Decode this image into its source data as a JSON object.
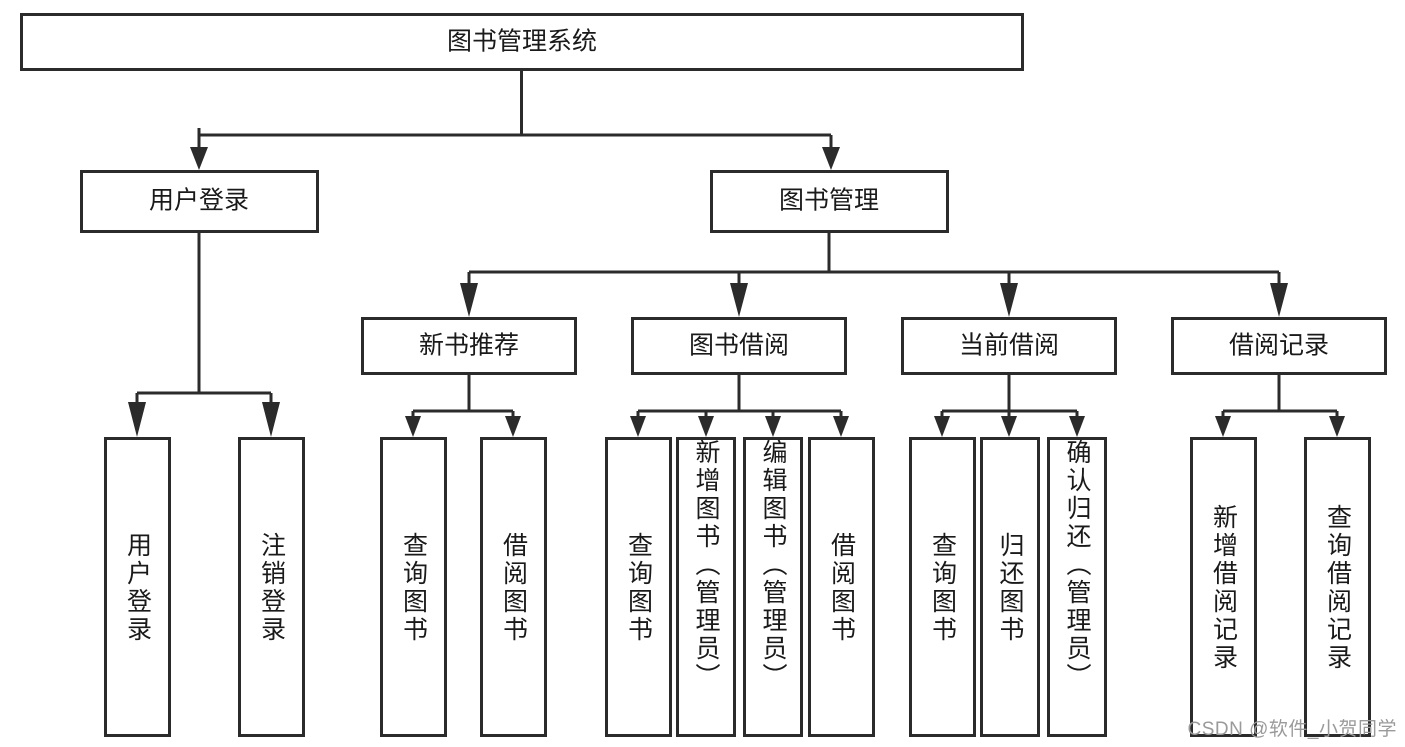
{
  "diagram": {
    "type": "tree",
    "title": "图书管理系统",
    "watermark": "CSDN @软件_小贺同学",
    "colors": {
      "box_stroke": "#2b2b2b",
      "box_fill": "#ffffff",
      "text": "#1a1a1a",
      "background": "#ffffff",
      "watermark": "#9a9a9a"
    },
    "root": {
      "label": "图书管理系统"
    },
    "level2": [
      {
        "label": "用户登录"
      },
      {
        "label": "图书管理"
      }
    ],
    "level3": [
      {
        "label": "新书推荐"
      },
      {
        "label": "图书借阅"
      },
      {
        "label": "当前借阅"
      },
      {
        "label": "借阅记录"
      }
    ],
    "leaves": {
      "user_login": [
        {
          "label": "用户登录"
        },
        {
          "label": "注销登录"
        }
      ],
      "new_book_recommend": [
        {
          "label": "查询图书"
        },
        {
          "label": "借阅图书"
        }
      ],
      "book_borrow": [
        {
          "label": "查询图书"
        },
        {
          "label": "新增图书（管理员）"
        },
        {
          "label": "编辑图书（管理员）"
        },
        {
          "label": "借阅图书"
        }
      ],
      "current_borrow": [
        {
          "label": "查询图书"
        },
        {
          "label": "归还图书"
        },
        {
          "label": "确认归还（管理员）"
        }
      ],
      "borrow_record": [
        {
          "label": "新增借阅记录"
        },
        {
          "label": "查询借阅记录"
        }
      ]
    }
  }
}
